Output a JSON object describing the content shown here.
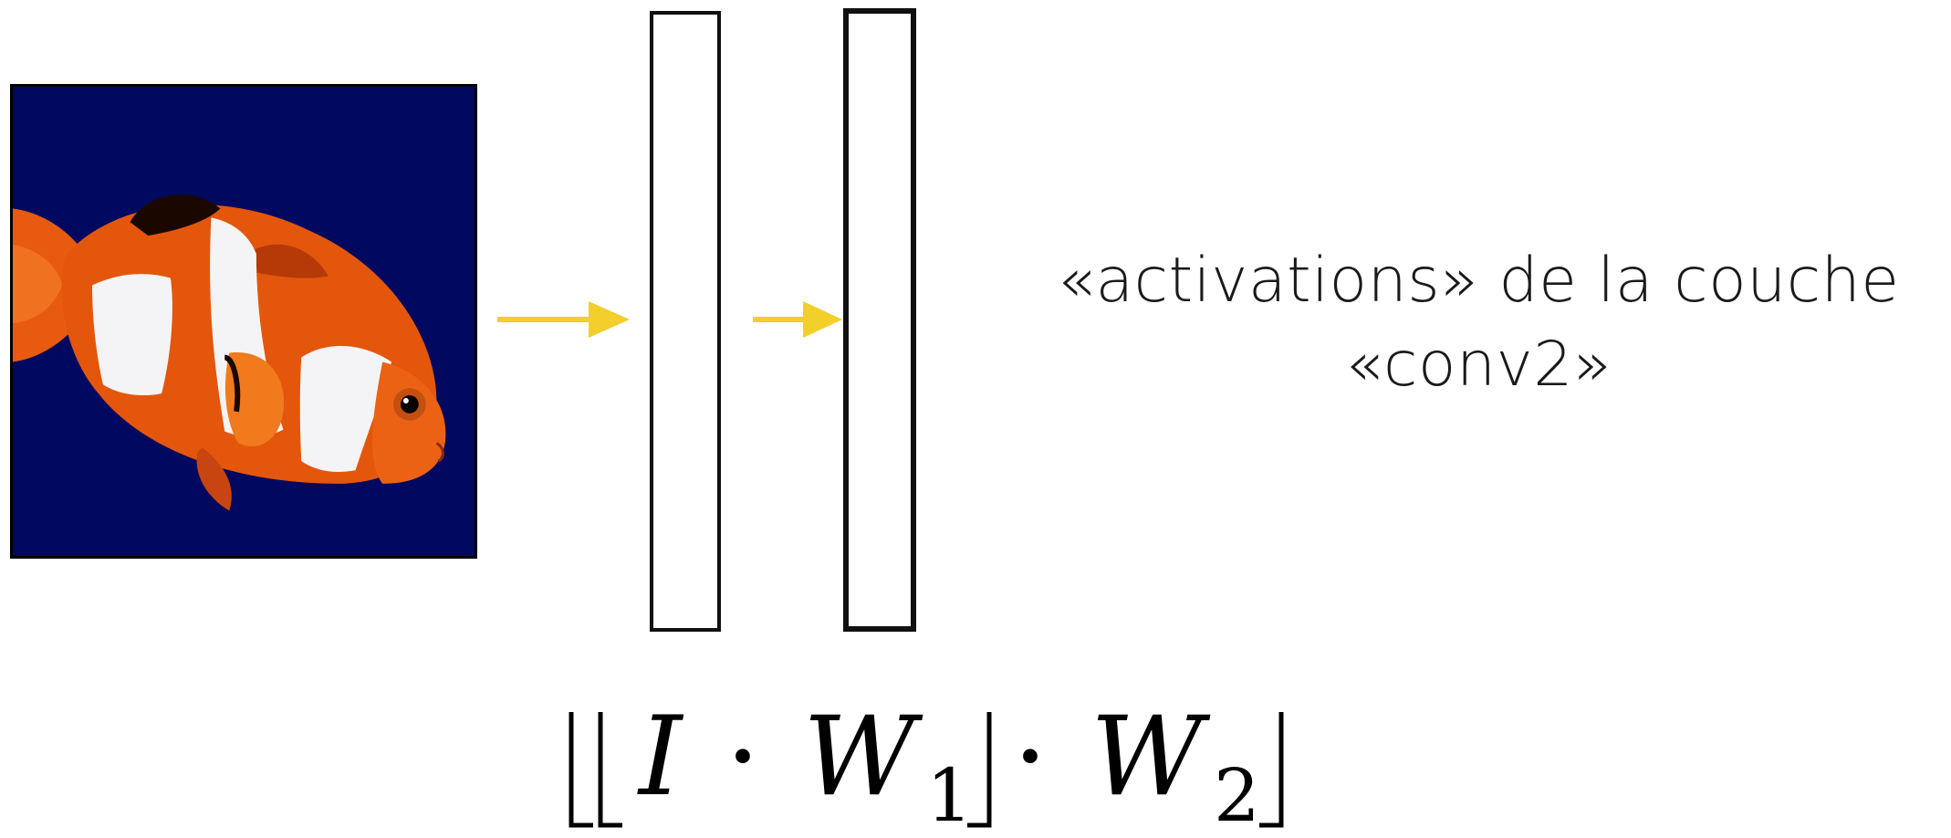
{
  "image": {
    "subject": "clownfish-photo",
    "background_color": "#00095f"
  },
  "arrows": {
    "color": "#f2cf2b"
  },
  "caption": {
    "line1": "«activations» de la couche",
    "line2": "«conv2»"
  },
  "formula": {
    "var_i": "I",
    "dot1": "·",
    "var_w1": "W",
    "sub_1": "1",
    "dot2": "·",
    "var_w2": "W",
    "sub_2": "2"
  }
}
